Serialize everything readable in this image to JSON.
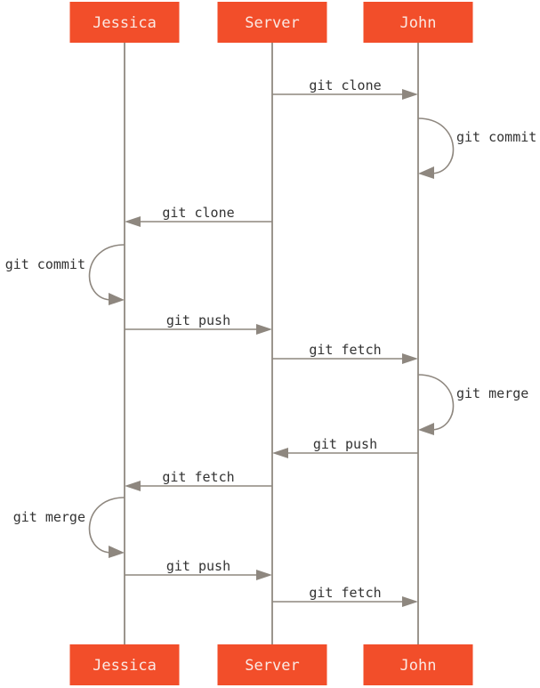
{
  "participants": [
    {
      "id": "jessica",
      "name": "Jessica"
    },
    {
      "id": "server",
      "name": "Server"
    },
    {
      "id": "john",
      "name": "John"
    }
  ],
  "messages": [
    {
      "from": "server",
      "to": "john",
      "label": "git clone"
    },
    {
      "from": "john",
      "to": "john",
      "label": "git commit"
    },
    {
      "from": "server",
      "to": "jessica",
      "label": "git clone"
    },
    {
      "from": "jessica",
      "to": "jessica",
      "label": "git commit"
    },
    {
      "from": "jessica",
      "to": "server",
      "label": "git push"
    },
    {
      "from": "server",
      "to": "john",
      "label": "git fetch"
    },
    {
      "from": "john",
      "to": "john",
      "label": "git merge"
    },
    {
      "from": "john",
      "to": "server",
      "label": "git push"
    },
    {
      "from": "server",
      "to": "jessica",
      "label": "git fetch"
    },
    {
      "from": "jessica",
      "to": "jessica",
      "label": "git merge"
    },
    {
      "from": "jessica",
      "to": "server",
      "label": "git push"
    },
    {
      "from": "server",
      "to": "john",
      "label": "git fetch"
    }
  ],
  "colors": {
    "box": "#f24e2a",
    "line": "#9b958d",
    "text": "#333333"
  }
}
